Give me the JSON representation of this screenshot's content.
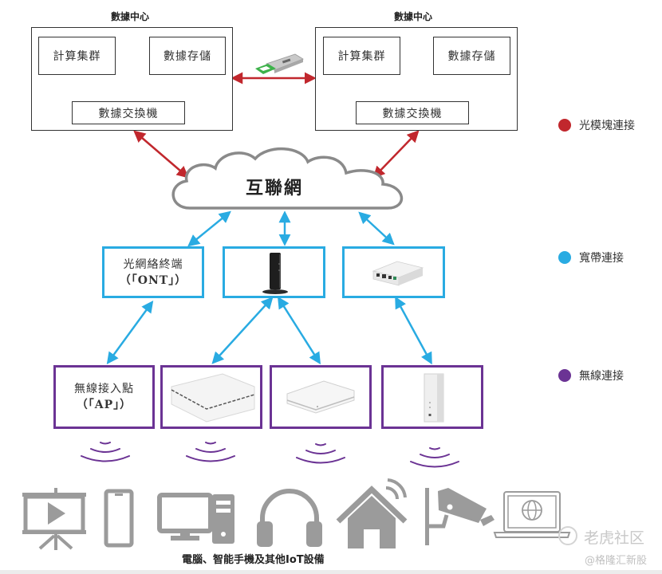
{
  "colors": {
    "optical": "#c1272d",
    "broadband": "#29abe2",
    "wireless": "#6b3394",
    "device_gray": "#9b9b9b",
    "cloud_stroke": "#8a8a8a"
  },
  "data_centers": [
    {
      "title": "數據中心",
      "compute": "計算集群",
      "storage": "數據存儲",
      "switch": "數據交換機"
    },
    {
      "title": "數據中心",
      "compute": "計算集群",
      "storage": "數據存儲",
      "switch": "數據交換機"
    }
  ],
  "optical_module_icon": "optical-transceiver-icon",
  "cloud": {
    "label": "互聯網"
  },
  "broadband_row": [
    {
      "line1": "光網絡終端",
      "line2": "（「ONT」）",
      "icon": null
    },
    {
      "line1": null,
      "line2": null,
      "icon": "tower-router-icon"
    },
    {
      "line1": null,
      "line2": null,
      "icon": "ont-box-icon"
    }
  ],
  "wireless_row": [
    {
      "line1": "無線接入點",
      "line2": "（「AP」）",
      "icon": null
    },
    {
      "line1": null,
      "line2": null,
      "icon": "ceiling-ap-icon"
    },
    {
      "line1": null,
      "line2": null,
      "icon": "ceiling-ap-small-icon"
    },
    {
      "line1": null,
      "line2": null,
      "icon": "home-router-icon"
    }
  ],
  "legend": [
    {
      "label": "光模塊連接",
      "color": "#c1272d"
    },
    {
      "label": "寬帶連接",
      "color": "#29abe2"
    },
    {
      "label": "無線連接",
      "color": "#6b3394"
    }
  ],
  "devices": {
    "icons": [
      "projector-screen-icon",
      "smartphone-icon",
      "desktop-computer-icon",
      "headphones-icon",
      "smart-home-icon",
      "security-camera-icon",
      "laptop-globe-icon"
    ],
    "caption": "電腦、智能手機及其他IoT設備"
  },
  "watermark": {
    "line1": "老虎社区",
    "line2": "@格隆汇新股"
  }
}
